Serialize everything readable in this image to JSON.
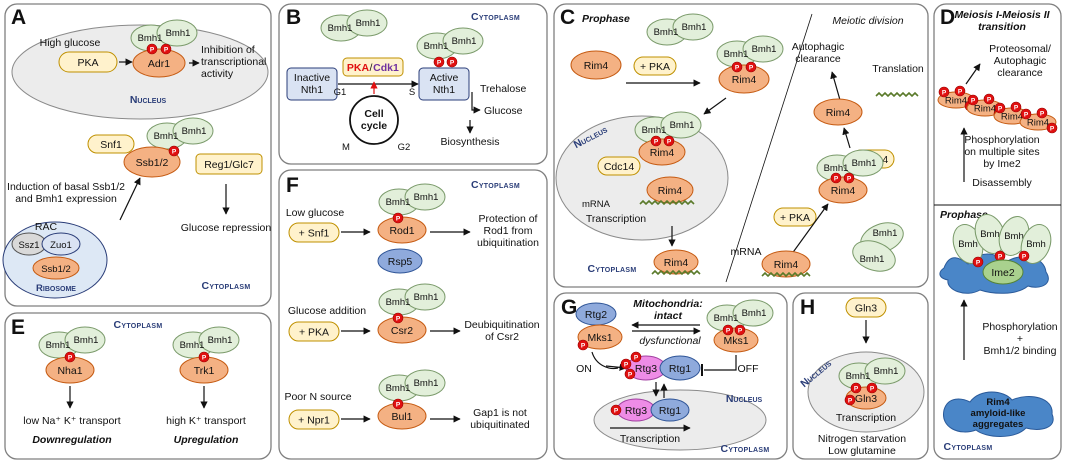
{
  "colors": {
    "bmh": "#e2efda",
    "bmh_stroke": "#7a9a6a",
    "orange": "#f4b183",
    "orange_stroke": "#c55a11",
    "yellow": "#fff2cc",
    "yellow_stroke": "#bf9000",
    "phospho": "#e01010",
    "nucleus": "#ececec",
    "ribosome": "#dde8f5",
    "blue_box": "#dae3f3",
    "text_blue": "#2a3d78",
    "pink": "#ee8ce6",
    "amyloid": "#4a86c8"
  },
  "A": {
    "letter": "A",
    "bmh1": "Bmh1",
    "high_glucose": "High glucose",
    "pka": "PKA",
    "adr1": "Adr1",
    "inhibition": [
      "Inhibition of",
      "transcriptional",
      "activity"
    ],
    "nucleus_label": "Nucleus",
    "snf1": "Snf1",
    "ssb12": "Ssb1/2",
    "reg1": "Reg1/Glc7",
    "induction": [
      "Induction of basal Ssb1/2",
      "and Bmh1 expression"
    ],
    "rac": "RAC",
    "ssz1": "Ssz1",
    "zuo1": "Zuo1",
    "ribosome": "Ribosome",
    "glucose_repression": "Glucose repression",
    "cytoplasm": "Cytoplasm"
  },
  "B": {
    "letter": "B",
    "bmh1": "Bmh1",
    "cytoplasm": "Cytoplasm",
    "pka": "PKA",
    "slash": "/",
    "cdk1": "Cdk1",
    "inactive": [
      "Inactive",
      "Nth1"
    ],
    "active": [
      "Active",
      "Nth1"
    ],
    "trehalose": "Trehalose",
    "glucose": "Glucose",
    "biosynthesis": "Biosynthesis",
    "cell_cycle": [
      "Cell",
      "cycle"
    ],
    "g1": "G1",
    "s": "S",
    "m": "M",
    "g2": "G2"
  },
  "C": {
    "letter": "C",
    "prophase": "Prophase",
    "meiotic_division": "Meiotic division",
    "rim4": "Rim4",
    "bmh1": "Bmh1",
    "plus_pka": "+ PKA",
    "nucleus": "Nucleus",
    "cdc14": "Cdc14",
    "mrna": "mRNA",
    "transcription": "Transcription",
    "cytoplasm": "Cytoplasm",
    "autophagic": [
      "Autophagic",
      "clearance"
    ],
    "translation": "Translation"
  },
  "D": {
    "letter": "D",
    "title": [
      "Meiosis I-Meiosis II",
      "transition"
    ],
    "proteosomal": [
      "Proteosomal/",
      "Autophagic",
      "clearance"
    ],
    "rim4": "Rim4",
    "phospho_text": [
      "Phosphorylation",
      "on multiple sites",
      "by Ime2"
    ],
    "disassembly": "Disassembly",
    "prophase": "Prophase",
    "bmh": "Bmh",
    "ime2": "Ime2",
    "phospho_binding": [
      "Phosphorylation",
      "+",
      "Bmh1/2 binding"
    ],
    "aggregates": [
      "Rim4",
      "amyloid-like",
      "aggregates"
    ],
    "cytoplasm": "Cytoplasm"
  },
  "E": {
    "letter": "E",
    "cytoplasm": "Cytoplasm",
    "bmh1": "Bmh1",
    "nha1": "Nha1",
    "trk1": "Trk1",
    "low_transport": "low Na⁺ K⁺ transport",
    "downregulation": "Downregulation",
    "high_transport": "high K⁺ transport",
    "upregulation": "Upregulation"
  },
  "F": {
    "letter": "F",
    "cytoplasm": "Cytoplasm",
    "bmh1": "Bmh1",
    "low_glucose": "Low glucose",
    "plus_snf1": "+ Snf1",
    "rod1": "Rod1",
    "rsp5": "Rsp5",
    "protection": [
      "Protection of",
      "Rod1 from",
      "ubiquitination"
    ],
    "glucose_addition": "Glucose addition",
    "plus_pka": "+ PKA",
    "csr2": "Csr2",
    "deubiq": [
      "Deubiquitination",
      "of Csr2"
    ],
    "poor_n": "Poor N source",
    "plus_npr1": "+ Npr1",
    "bul1": "Bul1",
    "gap1": [
      "Gap1 is not",
      "ubiquitinated"
    ]
  },
  "G": {
    "letter": "G",
    "rtg2": "Rtg2",
    "mks1": "Mks1",
    "mito": "Mitochondria:",
    "intact": "intact",
    "dysfunctional": "dysfunctional",
    "bmh1": "Bmh1",
    "on": "ON",
    "off": "OFF",
    "rtg3": "Rtg3",
    "rtg1": "Rtg1",
    "nucleus": "Nucleus",
    "transcription": "Transcription",
    "cytoplasm": "Cytoplasm"
  },
  "H": {
    "letter": "H",
    "gln3": "Gln3",
    "nucleus": "Nucleus",
    "bmh1": "Bmh1",
    "transcription": "Transcription",
    "conditions": [
      "Nitrogen starvation",
      "Low glutamine"
    ]
  },
  "phospho": "P"
}
